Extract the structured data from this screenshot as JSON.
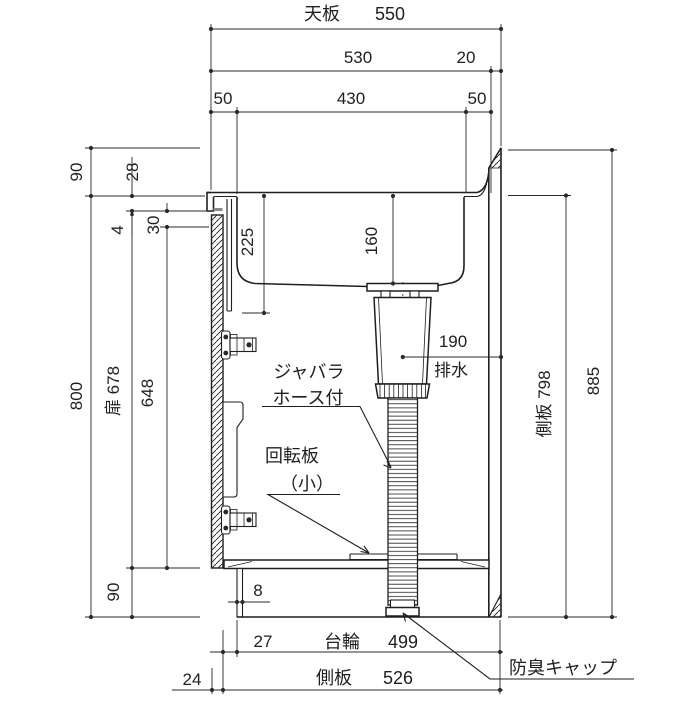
{
  "drawing_type": "sink-cabinet-section",
  "colors": {
    "line": "#1f1f1f",
    "background": "#ffffff",
    "seal_gray": "#8a8a8a"
  },
  "dims": {
    "top": {
      "tenban": "天板",
      "tenban_val": "550",
      "w530": "530",
      "w20": "20",
      "w50l": "50",
      "w430": "430",
      "w50r": "50"
    },
    "left": {
      "h90top": "90",
      "h28": "28",
      "h4": "4",
      "h30": "30",
      "h800": "800",
      "door678": "扉 678",
      "h648": "648",
      "h90bot": "90"
    },
    "right": {
      "h885": "885",
      "side798": "側板 798",
      "w190": "190",
      "drain": "排水"
    },
    "inner": {
      "d225": "225",
      "d160": "160"
    },
    "bottom": {
      "t8": "8",
      "t27": "27",
      "daiwa": "台輪",
      "v499": "499",
      "t24": "24",
      "sokuban": "側板",
      "v526": "526"
    }
  },
  "labels": {
    "hose_line1": "ジャバラ",
    "hose_line2": "ホース付",
    "rotating_board": "回転板",
    "rotating_board_small": "（小）",
    "odor_cap": "防臭キャップ"
  }
}
